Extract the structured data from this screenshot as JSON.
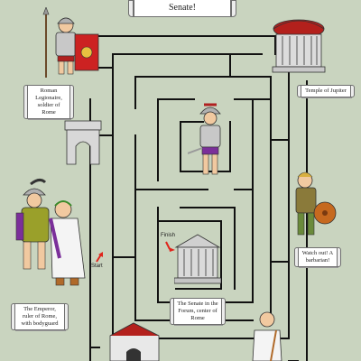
{
  "title": "Senate!",
  "labels": {
    "start": "Start",
    "finish": "Finish"
  },
  "captions": {
    "legionary": "Roman Legionaire, soldier of Rome",
    "temple": "Temple of Jupiter",
    "emperor": "The Emperor, ruler of Rome, with bodyguard",
    "senate": "The Senate in the Forum, center of Rome",
    "barbarian": "Watch out! A barbarian!"
  },
  "colors": {
    "background": "#c9d4bf",
    "walls": "#111111",
    "arrow": "#e0241b",
    "temple_roof": "#b3201c",
    "shield_red": "#cc2222",
    "toga_purple": "#7b2f9a"
  },
  "icons": {
    "temple_of_jupiter": "round-temple-icon",
    "arch": "triumphal-arch-icon",
    "senate": "senate-building-icon",
    "colosseum": "colosseum-icon"
  }
}
